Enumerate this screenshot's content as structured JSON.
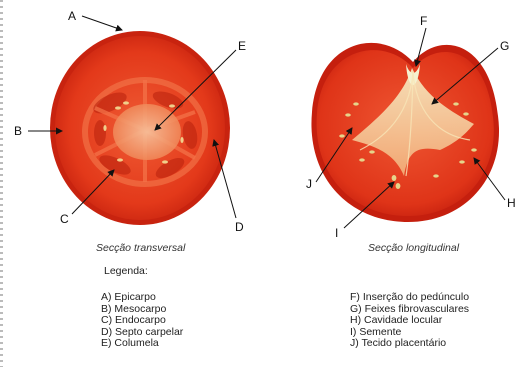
{
  "callouts": {
    "a": "A",
    "b": "B",
    "c": "C",
    "d": "D",
    "e": "E",
    "f": "F",
    "g": "G",
    "h": "H",
    "i": "I",
    "j": "J"
  },
  "captions": {
    "transverse": "Secção transversal",
    "longitudinal": "Secção longitudinal"
  },
  "legend": {
    "title": "Legenda:",
    "left": [
      "A) Epicarpo",
      "B) Mesocarpo",
      "C) Endocarpo",
      "D) Septo carpelar",
      "E) Columela"
    ],
    "right": [
      "F) Inserção do pedúnculo",
      "G) Feixes fibrovasculares",
      "H) Cavidade locular",
      "I) Semente",
      "J) Tecido placentário"
    ]
  },
  "colors": {
    "skin": "#d42a14",
    "flesh": "#e8401f",
    "locule_gel": "#f26a3a",
    "core": "#f6b58c",
    "placenta": "#f4e3b0",
    "seed": "#e6d48a"
  }
}
